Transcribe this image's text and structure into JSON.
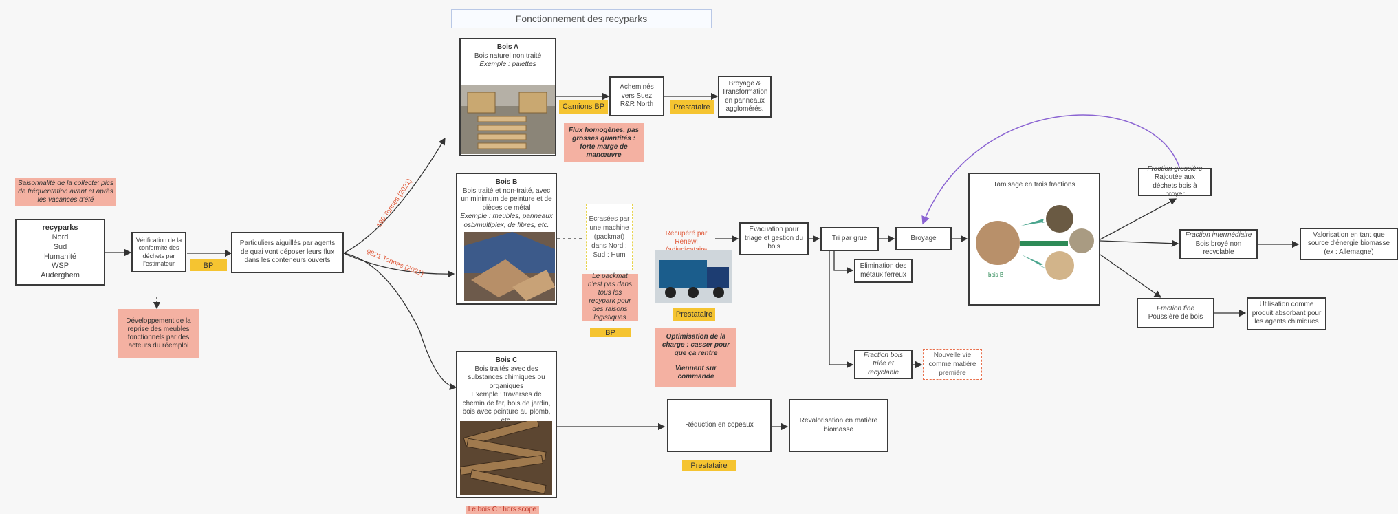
{
  "title": "Fonctionnement des recyparks",
  "recyparks": {
    "title": "recyparks",
    "sites": [
      "Nord",
      "Sud",
      "Humanité",
      "WSP",
      "Auderghem"
    ]
  },
  "saisonnalite_note": "Saisonnalité de la collecte: pics de fréquentation avant et après les vacances d'été",
  "verification": "Vérification de la conformité des déchets par l'estimateur",
  "bp_label": "BP",
  "developpement_note": "Développement de la reprise des meubles fonctionnels par des acteurs du réemploi",
  "particuliers": "Particuliers aiguillés par agents de quai vont déposer leurs flux dans les conteneurs ouverts",
  "flow_a_label": "190 Tonnes (2021)",
  "flow_b_label": "9821 Tonnes (2021)",
  "bois_a": {
    "title": "Bois A",
    "line1": "Bois naturel non traité",
    "line2": "Exemple : palettes"
  },
  "camions_bp": "Camions BP",
  "flux_note": "Flux homogènes, pas grosses quantités : forte marge de manœuvre",
  "achemines": "Acheminés vers Suez R&R North",
  "prestataire": "Prestataire",
  "broyage_transfo": "Broyage & Transformation en panneaux agglomérés.",
  "bois_b": {
    "title": "Bois B",
    "line1": "Bois traité et non-traité, avec un minimum de peinture et de pièces de métal",
    "line2": "Exemple : meubles, panneaux osb/multiplex, de fibres, etc."
  },
  "ecrasees": "Ecrasées par une machine (packmat) dans Nord : Sud : Hum",
  "packmat_note": "Le packmat n'est pas dans tous les recypark pour des raisons logistiques",
  "recupere": "Récupéré par Renewi (adjudicataire actuel)",
  "optimisation_note": {
    "line1": "Optimisation de la charge : casser pour que ça rentre",
    "line2": "Viennent sur commande"
  },
  "evacuation": "Evacuation pour triage et gestion du bois",
  "tri_grue": "Tri par grue",
  "elimination": "Elimination des métaux ferreux",
  "fraction_triee": "Fraction bois triée et recyclable",
  "nouvelle_vie": "Nouvelle vie comme matière première",
  "broyage": "Broyage",
  "tamisage": {
    "title": "Tamisage en trois fractions",
    "bois_label": "bois B"
  },
  "fraction_grossiere": {
    "title": "Fraction grossière",
    "text": "Rajoutée aux déchets bois à broyer"
  },
  "fraction_inter": {
    "title": "Fraction intermédiaire",
    "text": "Bois broyé non recyclable"
  },
  "valorisation": "Valorisation en tant que source d'énergie biomasse (ex : Allemagne)",
  "fraction_fine": {
    "title": "Fraction fine",
    "text": "Poussière de bois"
  },
  "utilisation": "Utilisation comme produit absorbant pour les agents chimiques",
  "bois_c": {
    "title": "Bois C",
    "line1": "Bois traités avec des substances chimiques ou organiques",
    "line2": "Exemple : traverses de chemin de fer, bois de jardin, bois avec peinture au plomb, etc."
  },
  "reduction": "Réduction en copeaux",
  "revalorisation": "Revalorisation en matière biomasse",
  "bois_c_note": "Le bois C : hors scope",
  "colors": {
    "note": "#f4b1a2",
    "tag": "#f5c431",
    "border": "#3a3a3a",
    "curve": "#8a63d2",
    "flow_label": "#e05a3a"
  }
}
